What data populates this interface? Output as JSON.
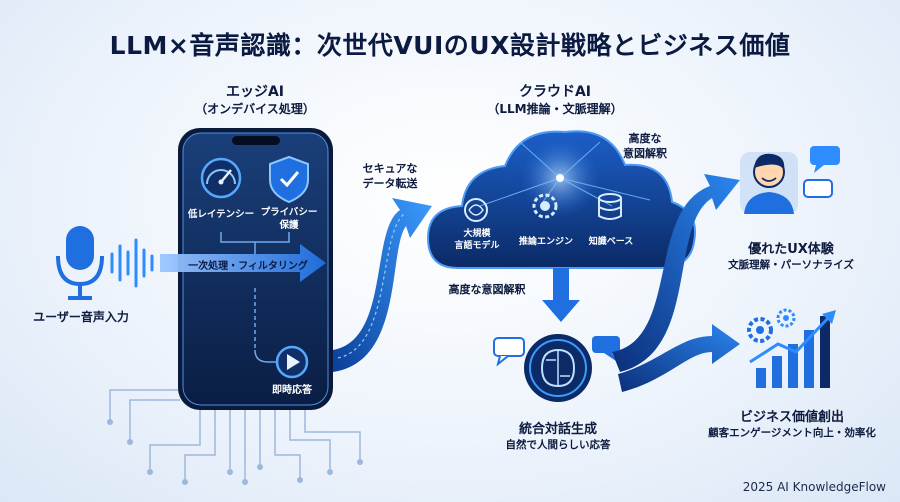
{
  "title": "LLM×音声認識：次世代VUIのUX設計戦略とビジネス価値",
  "edge": {
    "heading": "エッジAI",
    "subheading": "（オンデバイス処理）",
    "latency": "低レイテンシー",
    "privacy_line1": "プライバシー",
    "privacy_line2": "保護",
    "primary_processing": "一次処理・フィルタリング",
    "instant_response": "即時応答"
  },
  "input": {
    "label": "ユーザー音声入力"
  },
  "transfer": {
    "line1": "セキュアな",
    "line2": "データ転送"
  },
  "cloud": {
    "heading": "クラウドAI",
    "subheading": "（LLM推論・文脈理解）",
    "llm_line1": "大規模",
    "llm_line2": "言語モデル",
    "engine": "推論エンジン",
    "knowledge": "知識ベース",
    "intent_top_line1": "高度な",
    "intent_top_line2": "意図解釈",
    "intent_down": "高度な意図解釈"
  },
  "dialogue": {
    "title": "統合対話生成",
    "subtitle": "自然で人間らしい応答"
  },
  "ux": {
    "title": "優れたUX体験",
    "subtitle": "文脈理解・パーソナライズ"
  },
  "business": {
    "title": "ビジネス価値創出",
    "subtitle": "顧客エンゲージメント向上・効率化"
  },
  "footer": "2025 AI KnowledgeFlow",
  "colors": {
    "primary": "#1f6fe0",
    "dark": "#0b2a66",
    "accent": "#2f8cff"
  }
}
